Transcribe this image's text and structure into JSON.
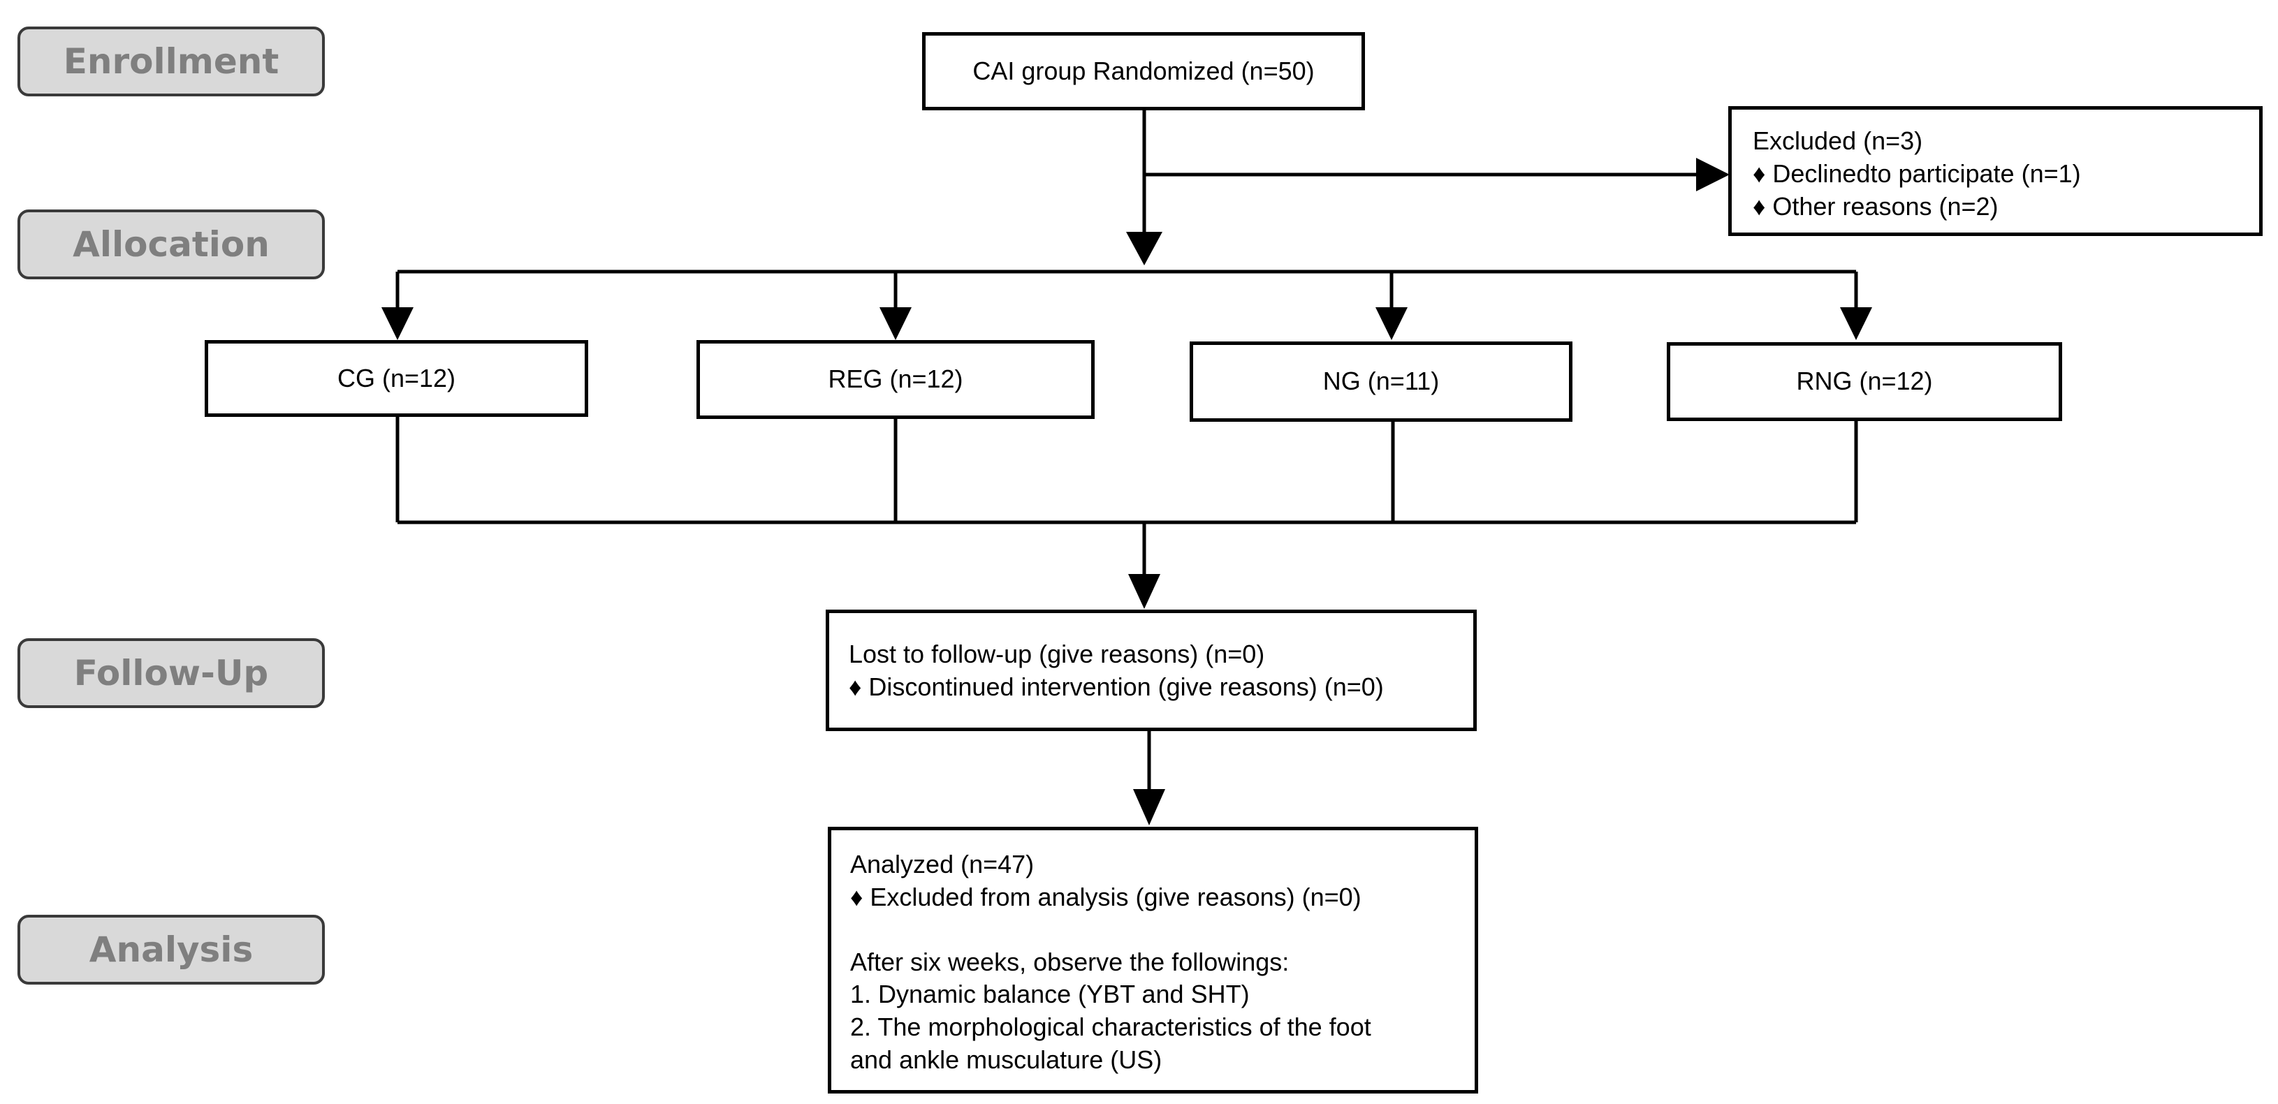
{
  "stages": {
    "enrollment": "Enrollment",
    "allocation": "Allocation",
    "followup": "Follow-Up",
    "analysis": "Analysis"
  },
  "randomized": "CAI group Randomized (n=50)",
  "excluded": {
    "title": "Excluded  (n=3)",
    "items": [
      "♦ Declinedto participate (n=1)",
      "♦ Other reasons (n=2)"
    ]
  },
  "groups": [
    "CG (n=12)",
    "REG (n=12)",
    "NG (n=11)",
    "RNG (n=12)"
  ],
  "followup": {
    "title": "Lost to follow-up (give reasons) (n=0)",
    "items": [
      "♦ Discontinued intervention (give reasons) (n=0)"
    ]
  },
  "analysis": {
    "title": "Analyzed  (n=47)",
    "items": [
      "♦ Excluded from analysis (give reasons) (n=0)"
    ],
    "observe_title": "After six weeks, observe the followings:",
    "observe_items": [
      "1. Dynamic balance (YBT and SHT)",
      "2. The morphological characteristics of the foot",
      "and ankle musculature (US)"
    ]
  }
}
